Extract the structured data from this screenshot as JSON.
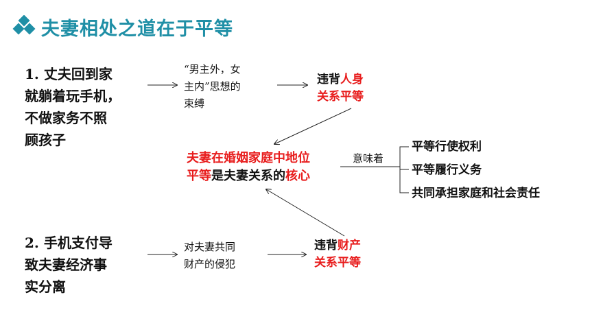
{
  "title": "夫妻相处之道在于平等",
  "case1": {
    "line1": "1. 丈夫回到家",
    "line2": "就躺着玩手机，",
    "line3": "不做家务不照",
    "line4": "顾孩子"
  },
  "note1": {
    "line1": "“男主外，女",
    "line2": "主内”思想的",
    "line3": "束缚"
  },
  "violate1": {
    "prefix": "违背",
    "highlight": "人身",
    "line2": "关系平等"
  },
  "case2": {
    "line1": "2. 手机支付导",
    "line2": "致夫妻经济事",
    "line3": "实分离"
  },
  "note2": {
    "line1": "对夫妻共同",
    "line2": "财产的侵犯"
  },
  "violate2": {
    "prefix": "违背",
    "highlight": "财产",
    "line2": "关系平等"
  },
  "core": {
    "line1": "夫妻在婚姻家庭中地位",
    "line2_a": "平等",
    "line2_b": "是夫妻关系的",
    "line2_c": "核心"
  },
  "meaning_label": "意味着",
  "right_items": [
    "平等行使权利",
    "平等履行义务",
    "共同承担家庭和社会责任"
  ],
  "colors": {
    "accent": "#1f8fa6",
    "highlight": "#e81d1d"
  }
}
